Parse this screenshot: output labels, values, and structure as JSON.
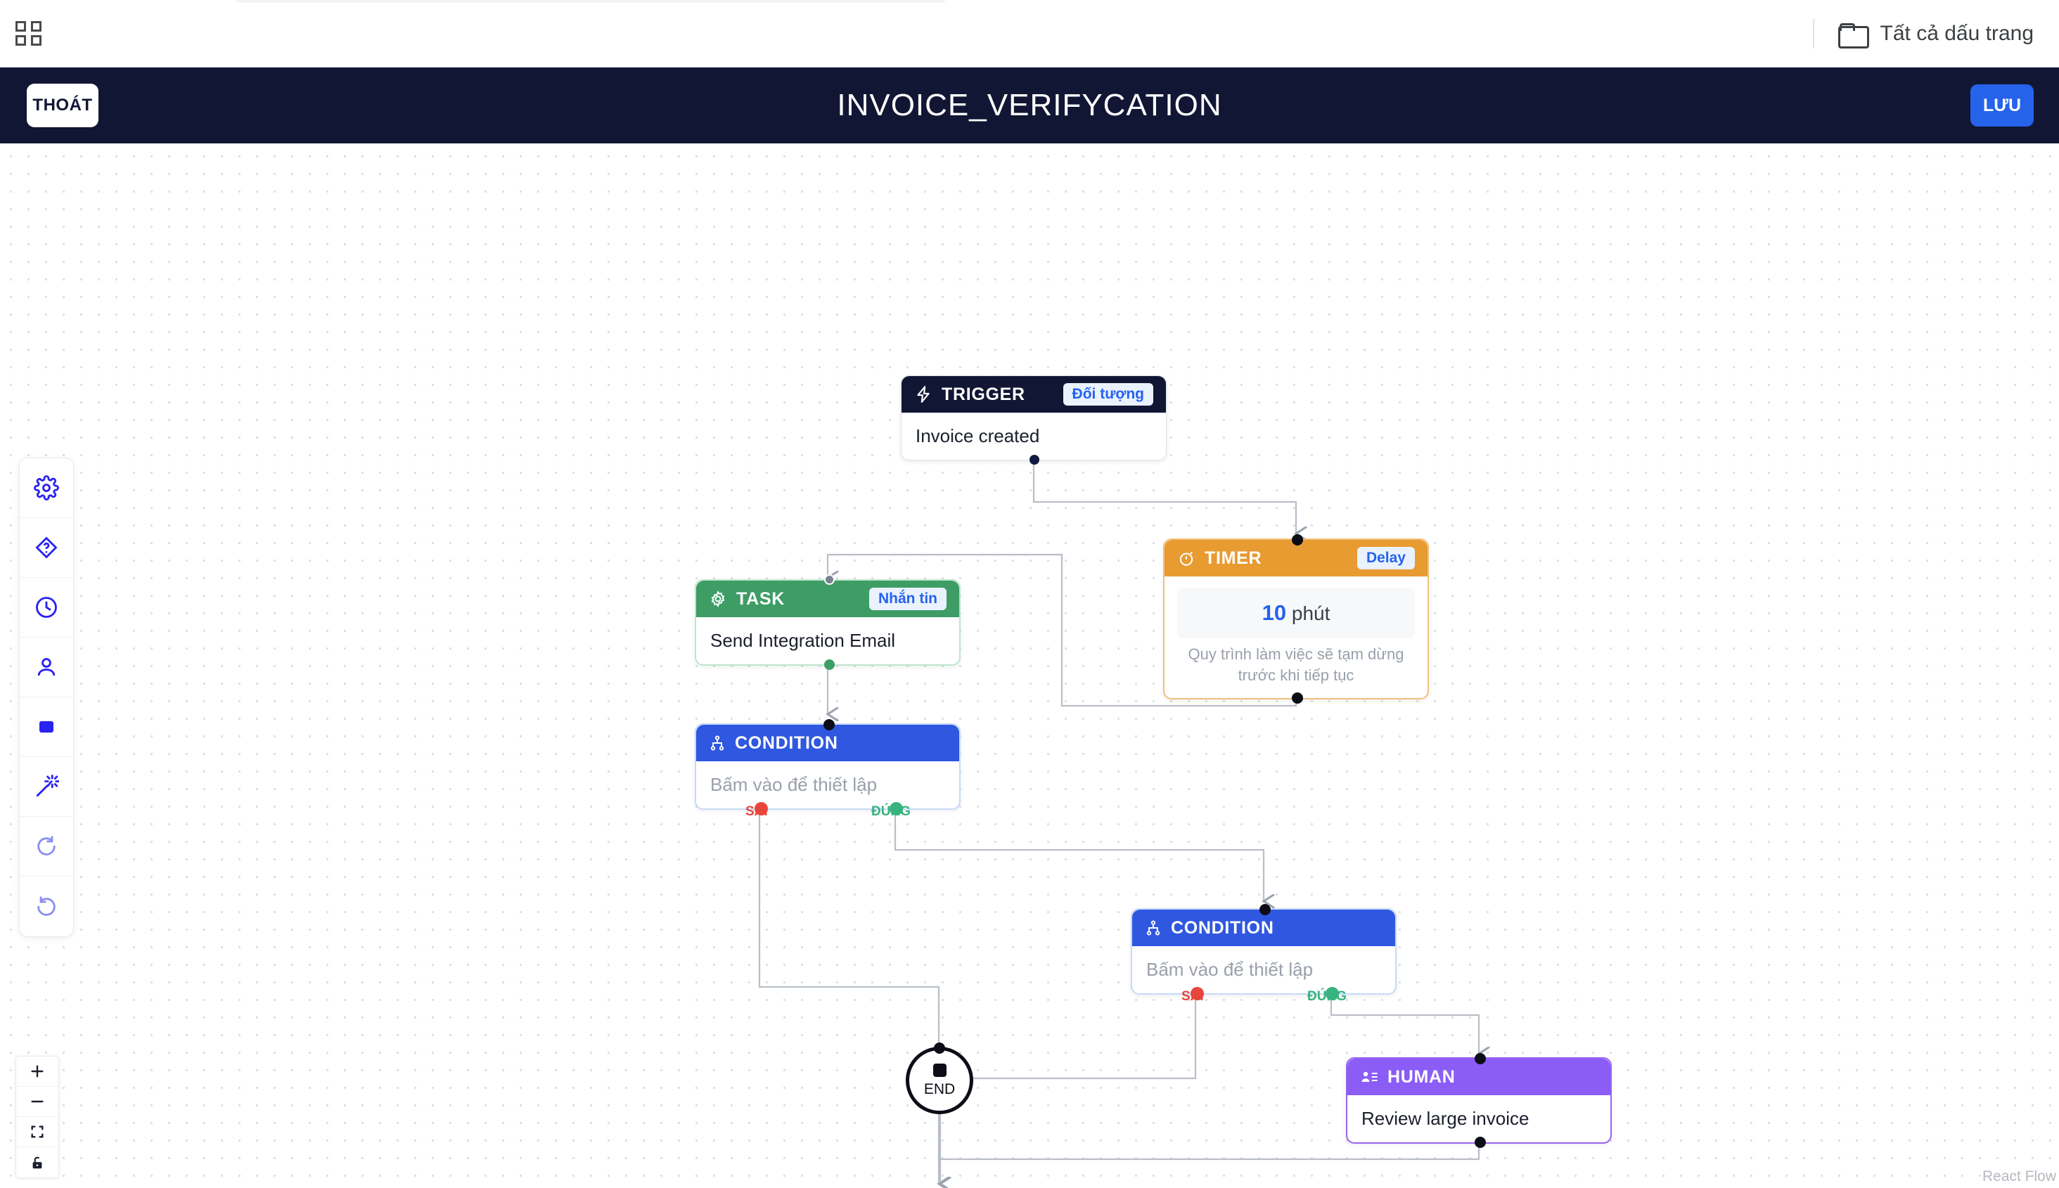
{
  "browser": {
    "apps_icon": "apps-grid-icon",
    "bookmark_folder_icon": "folder-icon",
    "bookmark_label": "Tất cả dấu trang"
  },
  "header": {
    "exit_label": "THOÁT",
    "title": "INVOICE_VERIFYCATION",
    "save_label": "LƯU",
    "bg_color": "#111634",
    "save_color": "#2563eb"
  },
  "toolbar": {
    "items": [
      {
        "icon": "gear-icon",
        "name": "settings"
      },
      {
        "icon": "help-diamond-icon",
        "name": "help"
      },
      {
        "icon": "clock-icon",
        "name": "history"
      },
      {
        "icon": "person-icon",
        "name": "assignee"
      },
      {
        "icon": "square-icon",
        "name": "node"
      },
      {
        "icon": "magic-wand-icon",
        "name": "auto-layout"
      },
      {
        "icon": "undo-icon",
        "name": "undo"
      },
      {
        "icon": "redo-icon",
        "name": "redo"
      }
    ]
  },
  "zoom_controls": {
    "items": [
      {
        "icon": "plus-icon",
        "name": "zoom-in"
      },
      {
        "icon": "minus-icon",
        "name": "zoom-out"
      },
      {
        "icon": "fit-view-icon",
        "name": "fit-view"
      },
      {
        "icon": "unlock-icon",
        "name": "toggle-lock"
      }
    ]
  },
  "canvas": {
    "attribution": "React Flow",
    "port_labels": {
      "false": "SAI",
      "true": "ĐÚNG"
    }
  },
  "nodes": {
    "trigger": {
      "type": "TRIGGER",
      "badge": "Đối tượng",
      "body": "Invoice created",
      "icon": "lightning-icon",
      "color": "#111634"
    },
    "task": {
      "type": "TASK",
      "badge": "Nhắn tin",
      "body": "Send Integration Email",
      "icon": "gear-icon",
      "color": "#3d9d65"
    },
    "timer": {
      "type": "TIMER",
      "badge": "Delay",
      "value_number": "10",
      "value_unit": "phút",
      "note": "Quy trình làm việc sẽ tạm dừng trước khi tiếp tục",
      "icon": "stopwatch-icon",
      "color": "#e89b31"
    },
    "condition1": {
      "type": "CONDITION",
      "body": "Bấm vào để thiết lập",
      "icon": "branch-icon",
      "color": "#2f57e0",
      "out_false": "SAI",
      "out_true": "ĐÚNG"
    },
    "condition2": {
      "type": "CONDITION",
      "body": "Bấm vào để thiết lập",
      "icon": "branch-icon",
      "color": "#2f57e0",
      "out_false": "SAI",
      "out_true": "ĐÚNG"
    },
    "human": {
      "type": "HUMAN",
      "body": "Review large invoice",
      "icon": "person-list-icon",
      "color": "#8b5cf6"
    },
    "end": {
      "label": "END"
    }
  }
}
